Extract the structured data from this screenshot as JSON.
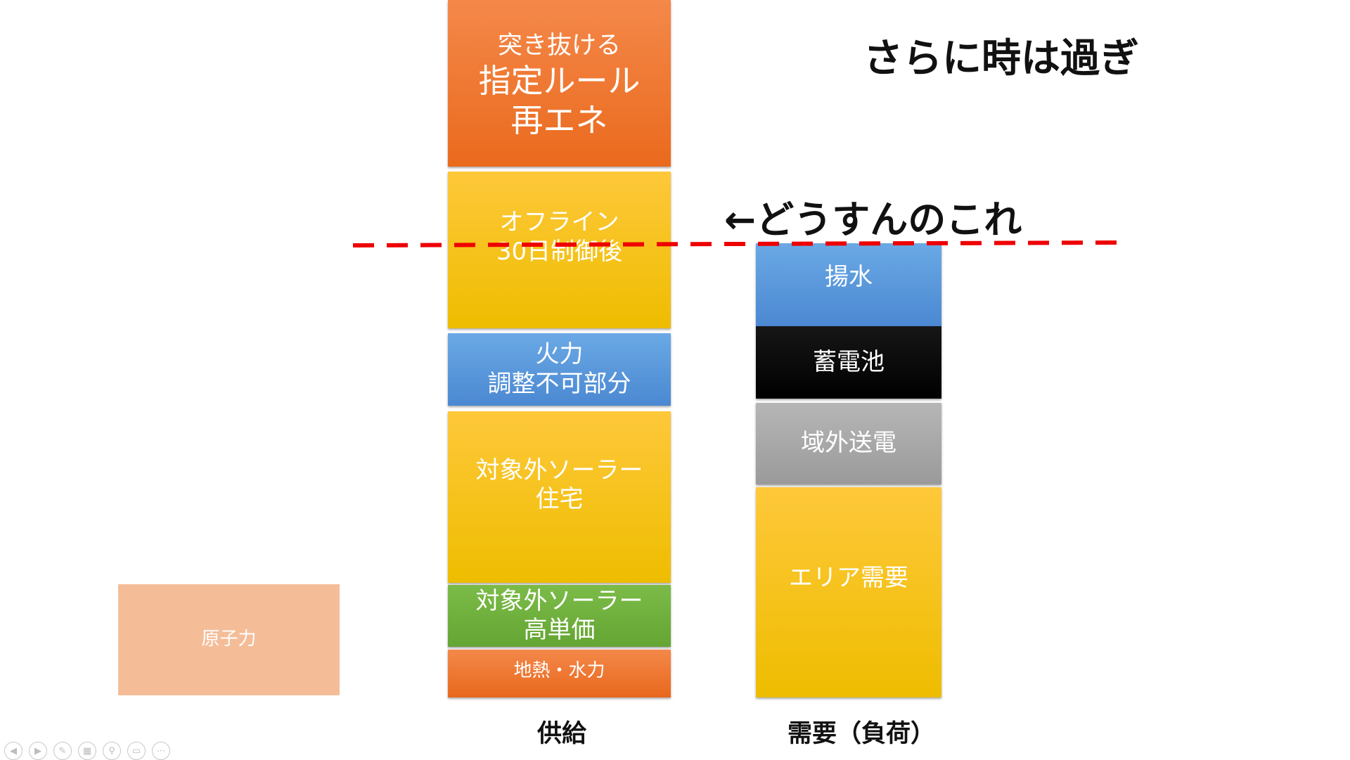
{
  "slide": {
    "title": "さらに時は過ぎ",
    "annotation": "←どうすんのこれ",
    "supply_label": "供給",
    "demand_label": "需要（負荷）"
  },
  "supply_blocks": {
    "designated_renewable": [
      "突き抜ける",
      "指定ルール",
      "再エネ"
    ],
    "offline": [
      "オフライン",
      "30日制御後"
    ],
    "thermal": [
      "火力",
      "調整不可部分"
    ],
    "solar_residential": [
      "対象外ソーラー",
      "住宅"
    ],
    "solar_high_price": [
      "対象外ソーラー",
      "高単価"
    ],
    "geothermal_hydro": "地熱・水力"
  },
  "demand_blocks": {
    "pumped_hydro": "揚水",
    "battery": "蓄電池",
    "interregional": "域外送電",
    "area_demand": "エリア需要"
  },
  "nuclear_block": "原子力",
  "colors": {
    "orange": "#ee7424",
    "yellow": "#f8c410",
    "blue": "#5b9ad9",
    "green": "#70ad47",
    "black": "#000000",
    "gray": "#a6a6a6",
    "nuclear": "#f4bd98",
    "threshold_line": "#ee0000"
  },
  "nav_icons": [
    "prev-icon",
    "next-icon",
    "pen-icon",
    "slides-icon",
    "zoom-icon",
    "subtitle-icon",
    "more-icon"
  ]
}
